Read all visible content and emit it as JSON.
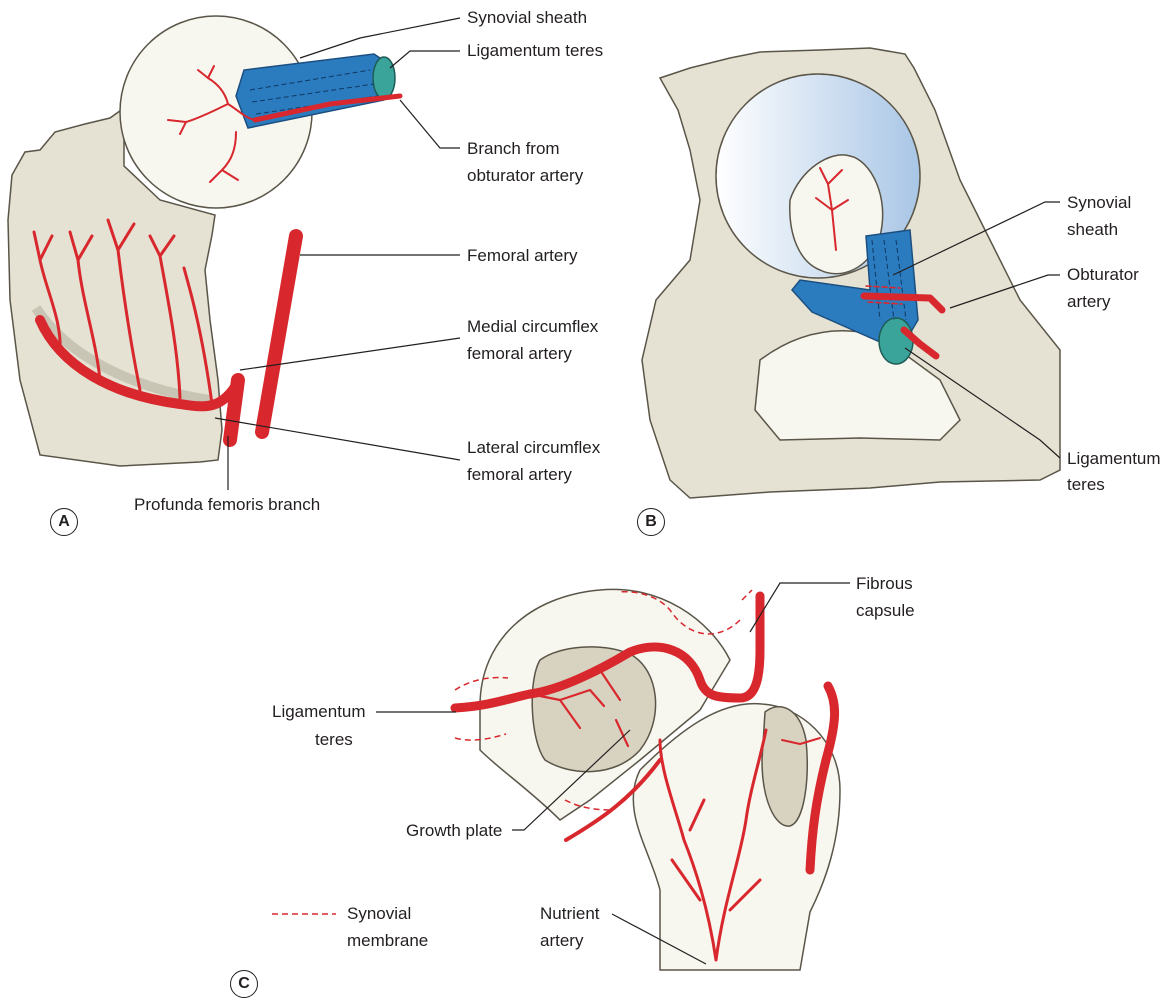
{
  "labels": {
    "a_synovial_sheath": "Synovial sheath",
    "a_ligamentum_teres": "Ligamentum teres",
    "a_branch_from": "Branch from",
    "a_obturator_artery": "obturator artery",
    "a_femoral_artery": "Femoral artery",
    "a_medial_circumflex": "Medial circumflex",
    "a_medial_femoral_artery": "femoral artery",
    "a_lateral_circumflex": "Lateral circumflex",
    "a_lateral_femoral_artery": "femoral artery",
    "a_profunda": "Profunda femoris branch",
    "b_synovial": "Synovial",
    "b_sheath": "sheath",
    "b_obturator": "Obturator",
    "b_artery": "artery",
    "b_ligamentum": "Ligamentum",
    "b_teres": "teres",
    "c_fibrous": "Fibrous",
    "c_capsule": "capsule",
    "c_ligamentum": "Ligamentum",
    "c_teres": "teres",
    "c_growth_plate": "Growth plate",
    "c_synovial": "Synovial",
    "c_membrane": "membrane",
    "c_nutrient": "Nutrient",
    "c_artery": "artery"
  },
  "panels": {
    "a": "A",
    "b": "B",
    "c": "C"
  },
  "colors": {
    "artery": "#d8282e",
    "ligament": "#2b7bbf",
    "ligament_end": "#3aa39a",
    "bone": "#e5e2d3",
    "cancellous": "#d8d2c0",
    "acetabulum": "#c6d9ee"
  }
}
